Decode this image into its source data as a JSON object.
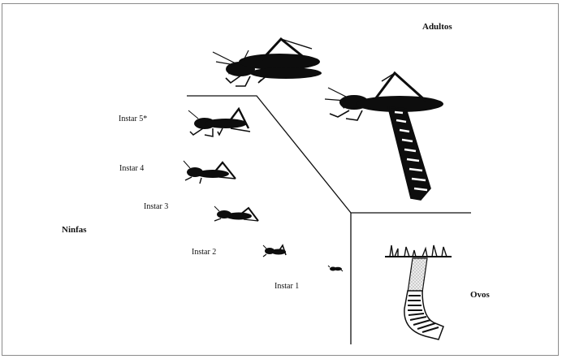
{
  "labels": {
    "adults": "Adultos",
    "nymphs": "Ninfas",
    "eggs": "Ovos",
    "instar5": "Instar 5*",
    "instar4": "Instar 4",
    "instar3": "Instar 3",
    "instar2": "Instar 2",
    "instar1": "Instar 1"
  },
  "colors": {
    "ink": "#0d0d0d",
    "frame": "#8a8a8a",
    "egg_tube_fill": "#e2e2e2",
    "background": "#ffffff"
  }
}
